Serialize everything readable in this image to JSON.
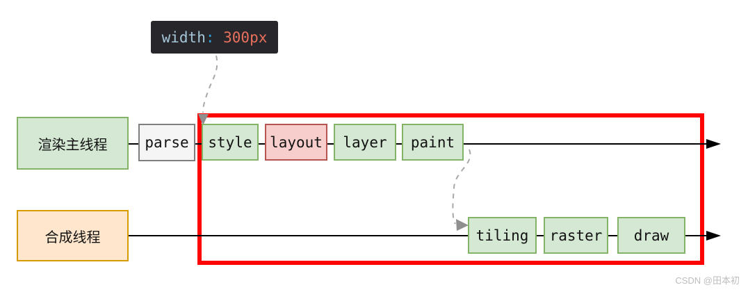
{
  "tooltip": {
    "property": "width",
    "colon": ": ",
    "value": "300px"
  },
  "threads": {
    "main": {
      "label": "渲染主线程",
      "stages": [
        {
          "label": "parse",
          "style": "gray"
        },
        {
          "label": "style",
          "style": "green"
        },
        {
          "label": "layout",
          "style": "red"
        },
        {
          "label": "layer",
          "style": "green"
        },
        {
          "label": "paint",
          "style": "green"
        }
      ]
    },
    "compositor": {
      "label": "合成线程",
      "stages": [
        {
          "label": "tiling",
          "style": "green"
        },
        {
          "label": "raster",
          "style": "green"
        },
        {
          "label": "draw",
          "style": "green"
        }
      ]
    }
  },
  "colors": {
    "highlight_border": "#ff0404",
    "stage_green_bg": "#d5e8d4",
    "stage_green_border": "#82b366",
    "stage_red_bg": "#f8cecc",
    "stage_red_border": "#b85450",
    "stage_gray_bg": "#f5f5f5",
    "stage_gray_border": "#7f7f7f",
    "thread_orange_bg": "#ffe6cc",
    "thread_orange_border": "#d79b00",
    "tooltip_bg": "#27272b",
    "tooltip_property": "#a5c6d8",
    "tooltip_colon": "#2e9fd8",
    "tooltip_value": "#e8705c",
    "dashed_arrow": "#a8a8a8"
  },
  "watermark": "CSDN @田本初"
}
